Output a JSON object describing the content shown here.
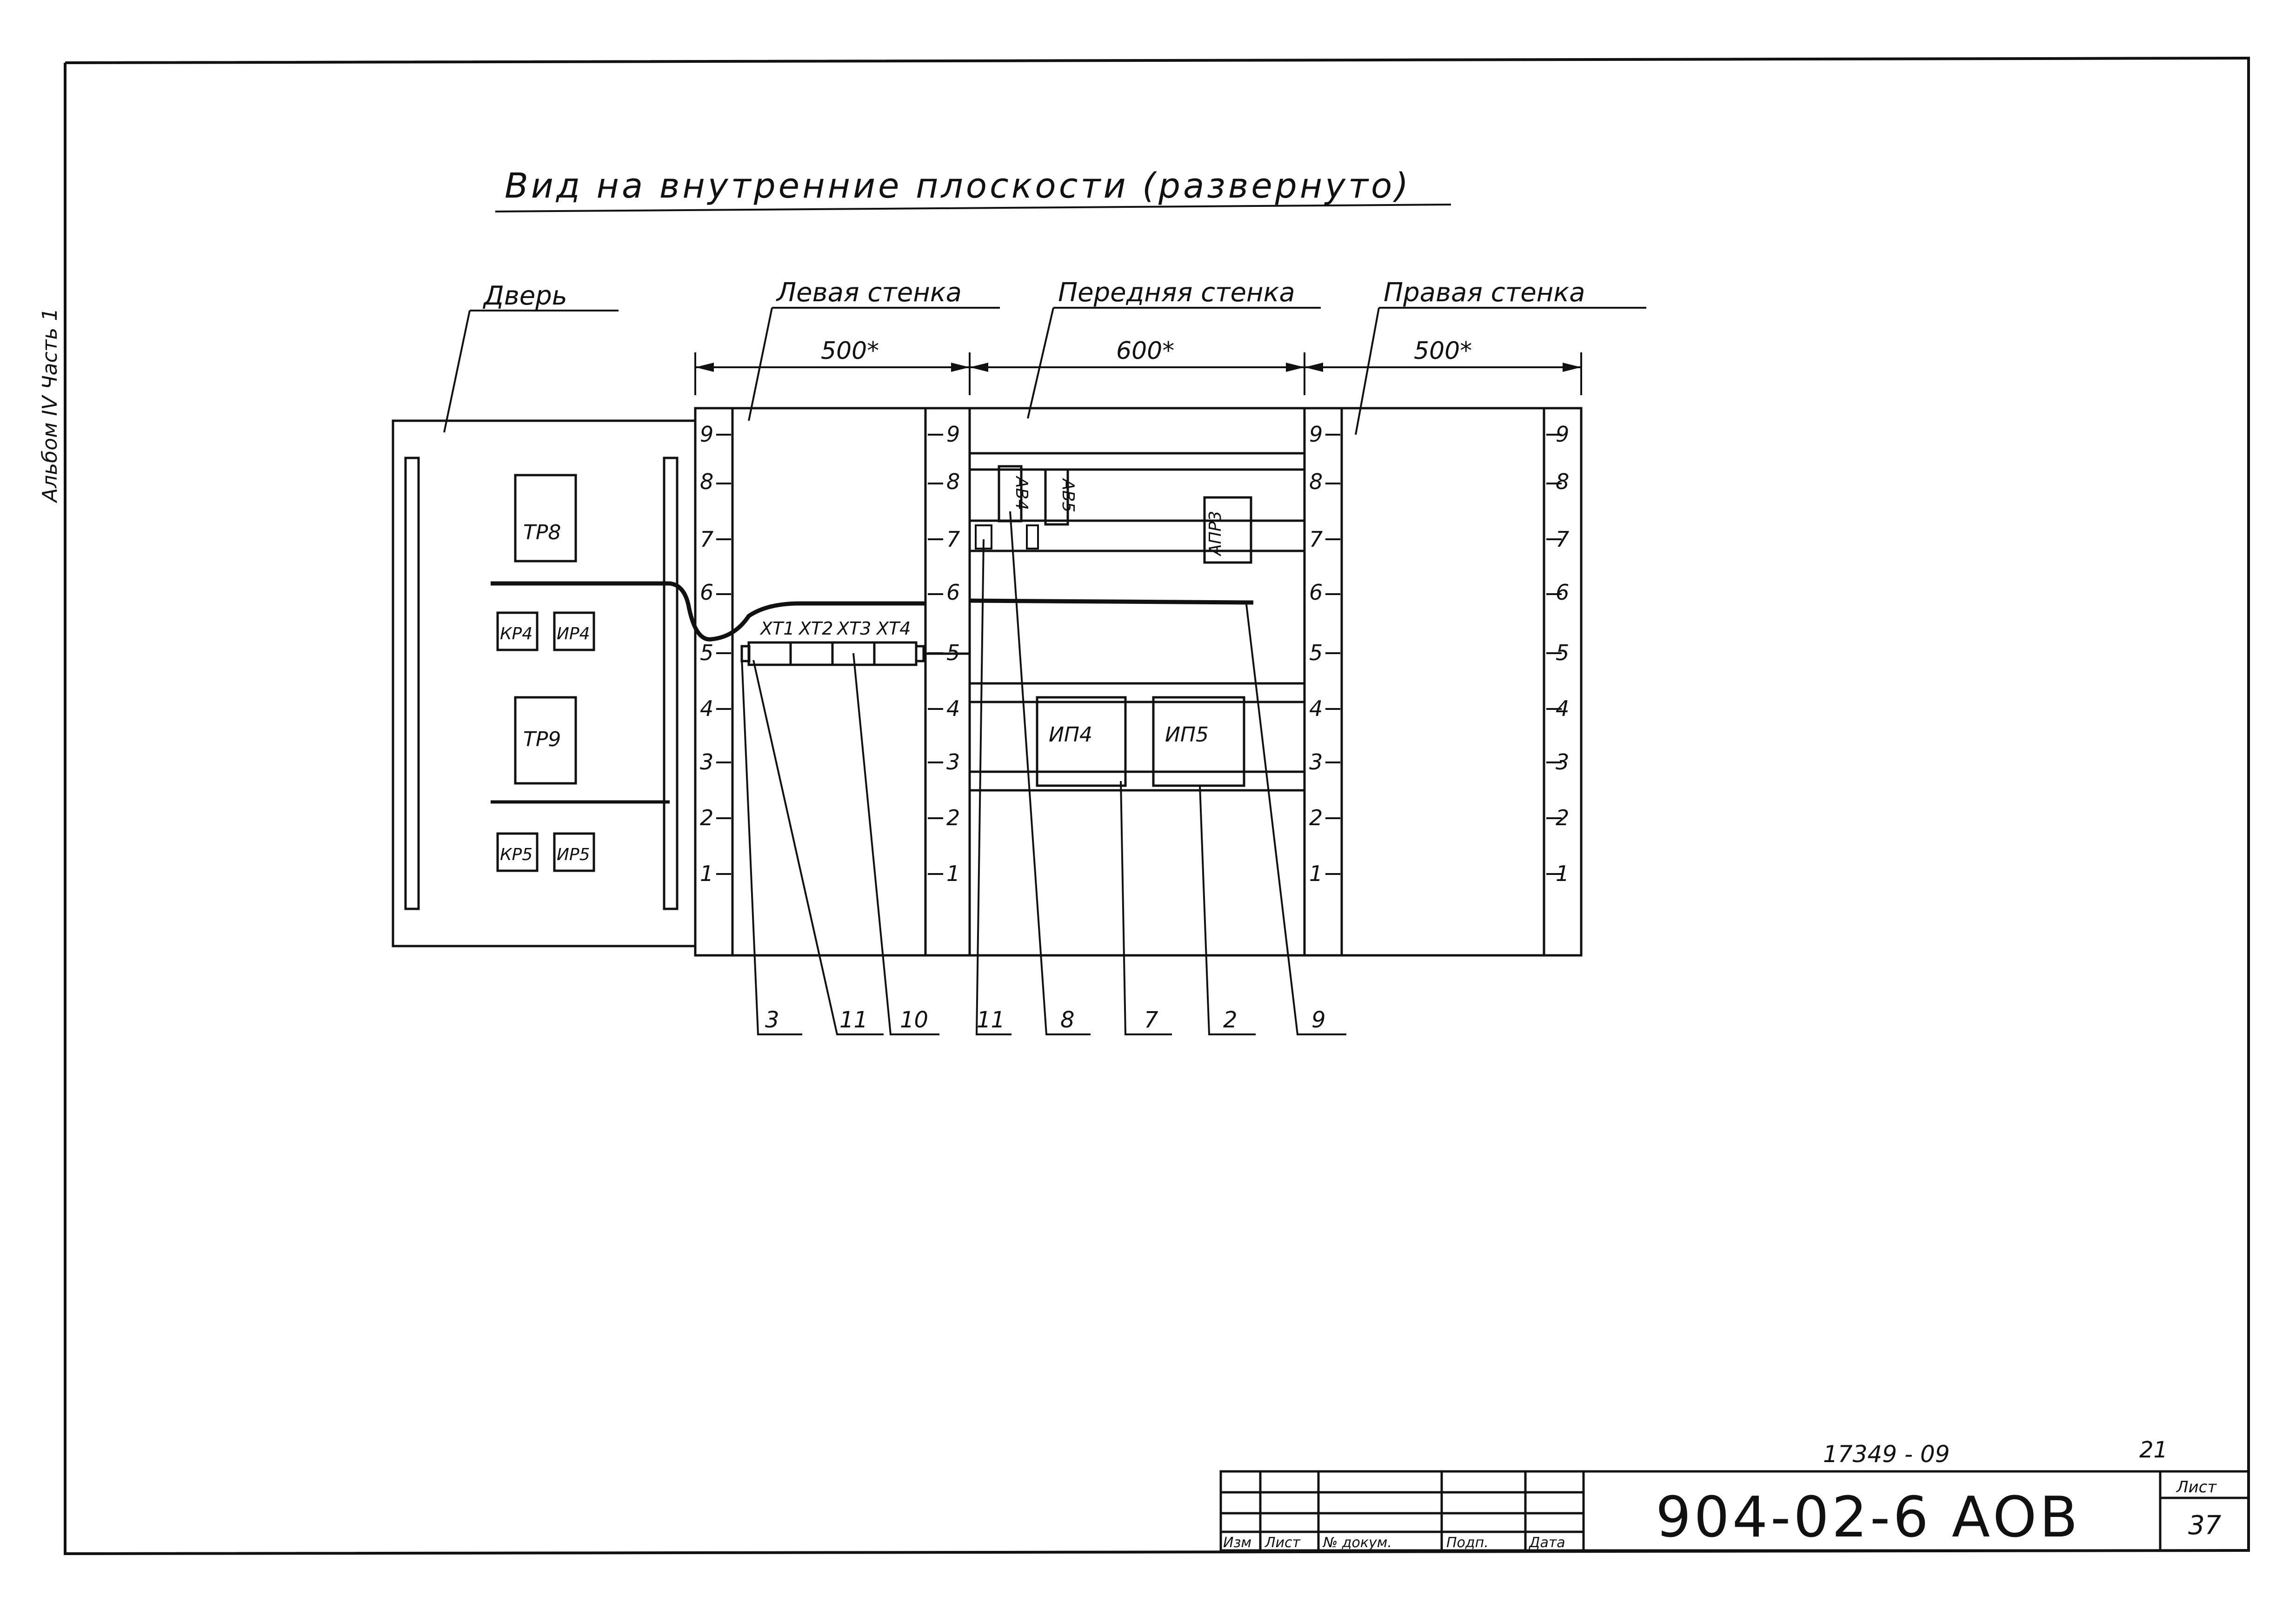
{
  "side_label": "Альбом IV Часть 1",
  "title": "Вид на внутренние плоскости (развернуто)",
  "sections": {
    "door": "Дверь",
    "left_wall": "Левая стенка",
    "front_wall": "Передняя стенка",
    "right_wall": "Правая стенка"
  },
  "dimensions": {
    "left": "500*",
    "front": "600*",
    "right": "500*"
  },
  "scale_marks": [
    "9",
    "8",
    "7",
    "6",
    "5",
    "4",
    "3",
    "2",
    "1"
  ],
  "door_components": {
    "tr8": "ТР8",
    "kr4": "КР4",
    "ir4": "ИР4",
    "tr9": "ТР9",
    "kr5": "КР5",
    "ir5": "ИР5"
  },
  "terminals": [
    "ХТ1",
    "ХТ2",
    "ХТ3",
    "ХТ4"
  ],
  "front_components": {
    "av4": "АВ4",
    "av5": "АВ5",
    "apr3": "АПР3",
    "ip4": "ИП4",
    "ip5": "ИП5"
  },
  "callouts": [
    "3",
    "11",
    "10",
    "11",
    "8",
    "7",
    "2",
    "9"
  ],
  "stamp": {
    "inventory": "17349 - 09",
    "sheet_small": "21",
    "headers": [
      "Изм",
      "Лист",
      "№ докум.",
      "Подп.",
      "Дата"
    ],
    "doc_code": "904-02-6 АОВ",
    "sheet_label": "Лист",
    "sheet_number": "37"
  }
}
